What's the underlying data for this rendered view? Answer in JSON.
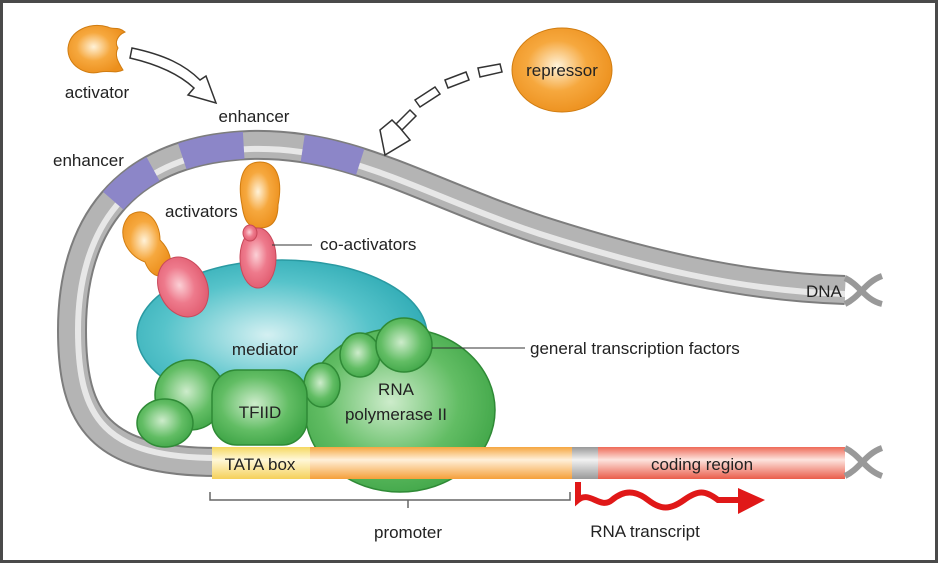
{
  "labels": {
    "activator": "activator",
    "enhancer_top": "enhancer",
    "enhancer_left": "enhancer",
    "repressor": "repressor",
    "activators": "activators",
    "co_activators": "co-activators",
    "dna": "DNA",
    "mediator": "mediator",
    "general_transcription_factors": "general transcription factors",
    "rna_polymerase_line1": "RNA",
    "rna_polymerase_line2": "polymerase II",
    "tfiid": "TFIID",
    "tata_box": "TATA box",
    "coding_region": "coding region",
    "promoter": "promoter",
    "rna_transcript": "RNA transcript"
  },
  "colors": {
    "dna": "#b0b0b0",
    "enhancer": "#8c86c8",
    "activator": "#f29a2e",
    "co_activator": "#e8657a",
    "mediator": "#3bb8c0",
    "transcription_factors": "#4cb050",
    "tata_box": "#f7e07a",
    "promoter": "#f7b45a",
    "coding_region": "#f07a6a",
    "rna_transcript": "#e01818"
  }
}
